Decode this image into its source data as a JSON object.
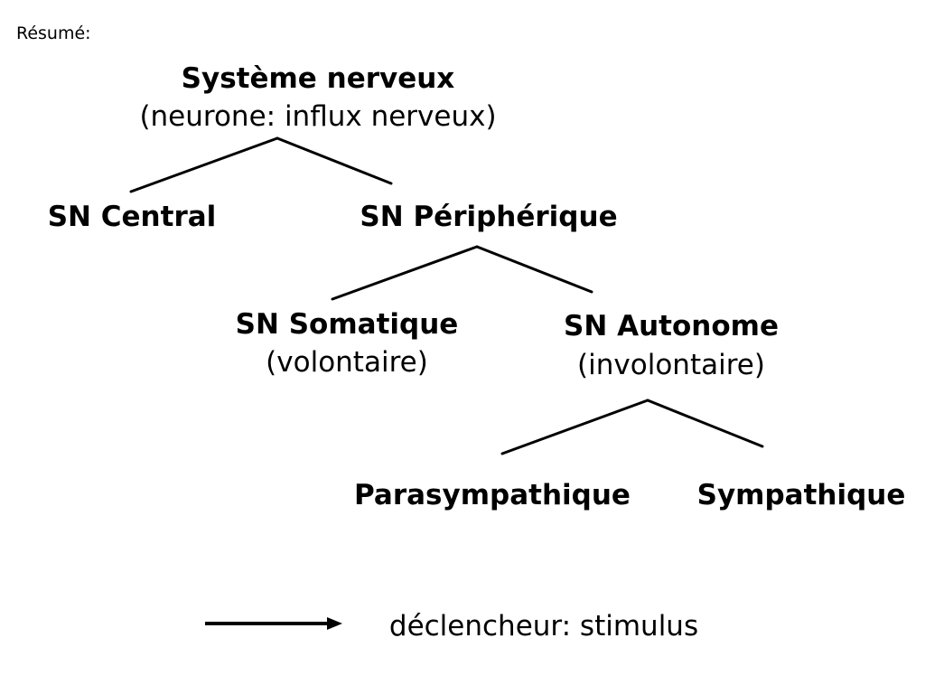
{
  "slide": {
    "heading": "Résumé:",
    "root": {
      "title": "Système nerveux",
      "subtitle": "(neurone: influx nerveux)"
    },
    "central": {
      "title": "SN Central"
    },
    "peripheral": {
      "title": "SN Périphérique"
    },
    "somatic": {
      "title": "SN Somatique",
      "subtitle": "(volontaire)"
    },
    "autonomic": {
      "title": "SN Autonome",
      "subtitle": "(involontaire)"
    },
    "parasympathetic": {
      "title": "Parasympathique"
    },
    "sympathetic": {
      "title": "Sympathique"
    },
    "legend": {
      "text": "déclencheur: stimulus"
    }
  },
  "colors": {
    "background": "#ffffff",
    "text": "#000000",
    "lines": "#000000"
  }
}
